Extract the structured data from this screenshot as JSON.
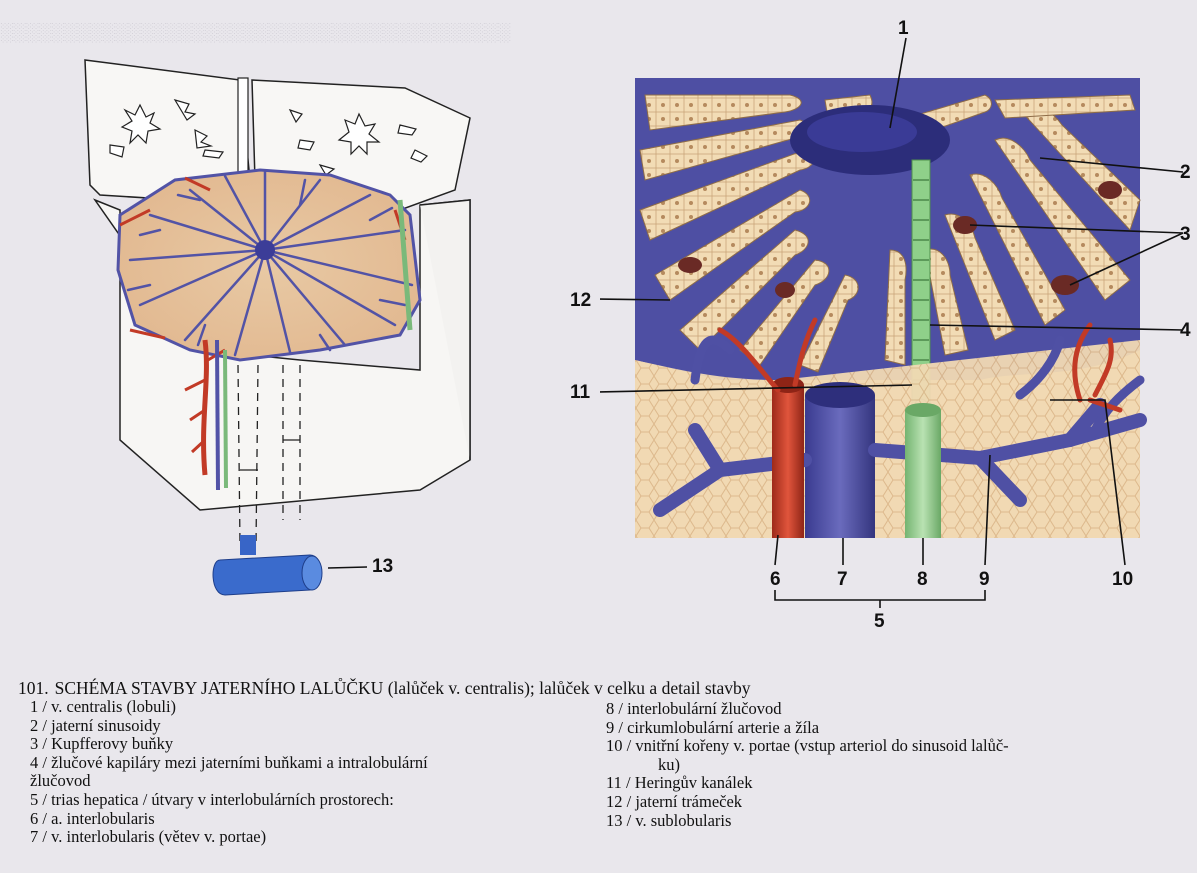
{
  "figure": {
    "number": "101.",
    "title": "SCHÉMA STAVBY JATERNÍHO LALŮČKU",
    "title_rest": " (lalůček v. centralis); lalůček v celku a detail stavby"
  },
  "labels": {
    "l1": "1",
    "l2": "2",
    "l3": "3",
    "l4": "4",
    "l5": "5",
    "l6": "6",
    "l7": "7",
    "l8": "8",
    "l9": "9",
    "l10": "10",
    "l11": "11",
    "l12": "12",
    "l13": "13"
  },
  "legend_left": [
    "1 / v. centralis (lobuli)",
    "2 / jaterní sinusoidy",
    "3 / Kupfferovy buňky",
    "4 / žlučové kapiláry mezi jaterními buňkami a intralobulární",
    "žlučovod",
    "5 / trias hepatica / útvary v interlobulárních prostorech:",
    "6 / a. interlobularis",
    "7 / v. interlobularis (větev v. portae)"
  ],
  "legend_right": [
    "8 / interlobulární žlučovod",
    "9 / cirkumlobulární arterie a žíla",
    "10 / vnitřní kořeny v. portae (vstup arteriol do sinusoid lalůč-",
    "ku)",
    "11 / Heringův kanálek",
    "12 / jaterní trámeček",
    "13 / v. sublobularis"
  ],
  "colors": {
    "vein": "#5253a6",
    "vein_dark": "#2c2d7a",
    "artery": "#c23a26",
    "bile": "#8fc98a",
    "hepatocyte": "#f1d9b0",
    "background": "#e9e7ec"
  }
}
